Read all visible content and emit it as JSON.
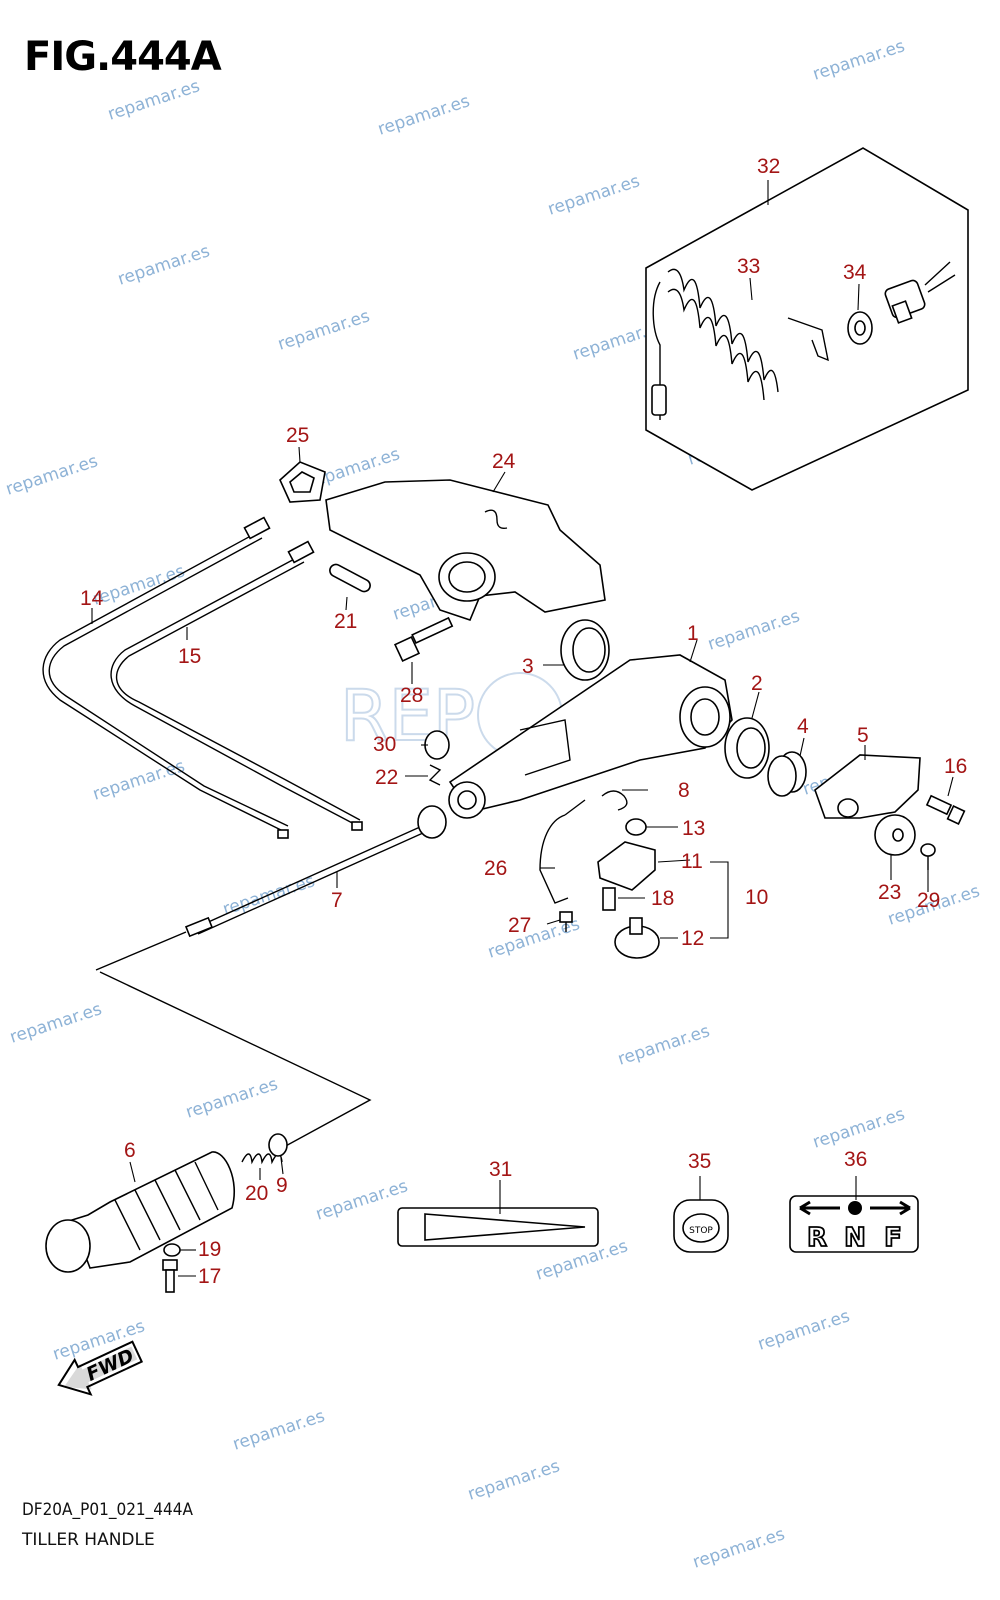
{
  "header": {
    "title": "FIG.444A"
  },
  "footer": {
    "code": "DF20A_P01_021_444A",
    "name": "TILLER HANDLE"
  },
  "watermark": {
    "text": "repamar.es",
    "color": "#7aa5cf"
  },
  "labels": {
    "p1": "1",
    "p2": "2",
    "p3": "3",
    "p4": "4",
    "p5": "5",
    "p6": "6",
    "p7": "7",
    "p8": "8",
    "p9": "9",
    "p10": "10",
    "p11": "11",
    "p12": "12",
    "p13": "13",
    "p14": "14",
    "p15": "15",
    "p16": "16",
    "p17": "17",
    "p18": "18",
    "p19": "19",
    "p20": "20",
    "p21": "21",
    "p22": "22",
    "p23": "23",
    "p24": "24",
    "p25": "25",
    "p26": "26",
    "p27": "27",
    "p28": "28",
    "p29": "29",
    "p30": "30",
    "p31": "31",
    "p32": "32",
    "p33": "33",
    "p34": "34",
    "p35": "35",
    "p36": "36"
  },
  "decals": {
    "stop": "STOP",
    "gear_r": "R",
    "gear_n": "N",
    "gear_f": "F",
    "fwd": "FWD",
    "logo": "REP"
  },
  "label_color": "#a31515"
}
